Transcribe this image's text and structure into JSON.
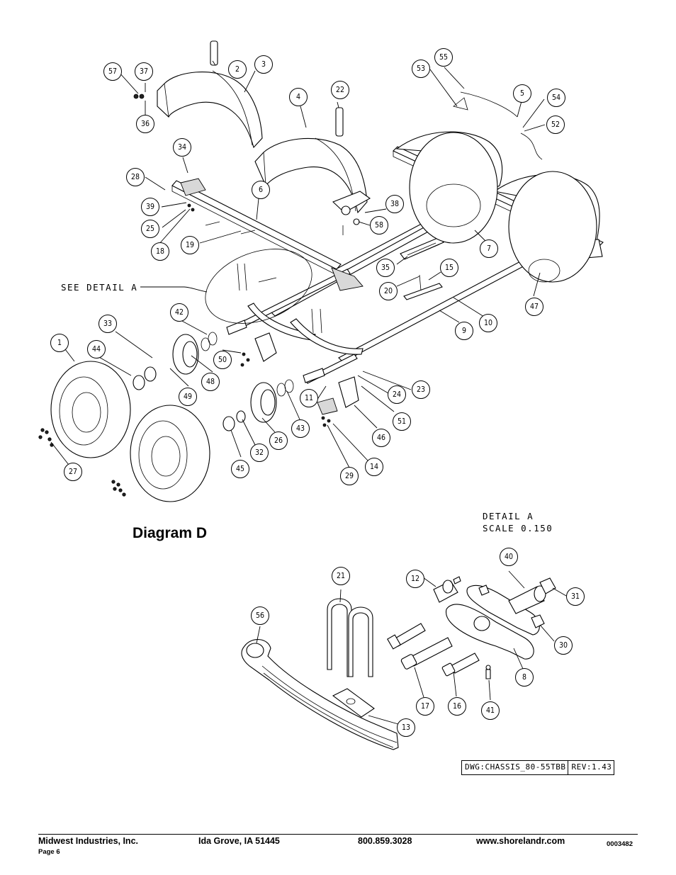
{
  "diagram_title": "Diagram D",
  "detail_note": "SEE DETAIL A",
  "detail_title": "DETAIL A",
  "detail_scale": "SCALE 0.150",
  "drawing_number": "DWG:CHASSIS_80-55TBB",
  "revision": "REV:1.43",
  "callouts": [
    "1",
    "2",
    "3",
    "4",
    "5",
    "6",
    "7",
    "8",
    "9",
    "10",
    "11",
    "12",
    "13",
    "14",
    "15",
    "16",
    "17",
    "18",
    "19",
    "20",
    "21",
    "22",
    "23",
    "24",
    "25",
    "26",
    "27",
    "28",
    "29",
    "30",
    "31",
    "32",
    "33",
    "34",
    "35",
    "36",
    "37",
    "38",
    "39",
    "40",
    "41",
    "42",
    "43",
    "44",
    "45",
    "46",
    "47",
    "48",
    "49",
    "50",
    "51",
    "52",
    "53",
    "54",
    "55",
    "56",
    "57",
    "58"
  ],
  "footer": {
    "company": "Midwest Industries, Inc.",
    "city": "Ida Grove, IA  51445",
    "phone": "800.859.3028",
    "website": "www.shorelandr.com",
    "doc_number": "0003482",
    "page": "Page 6"
  }
}
